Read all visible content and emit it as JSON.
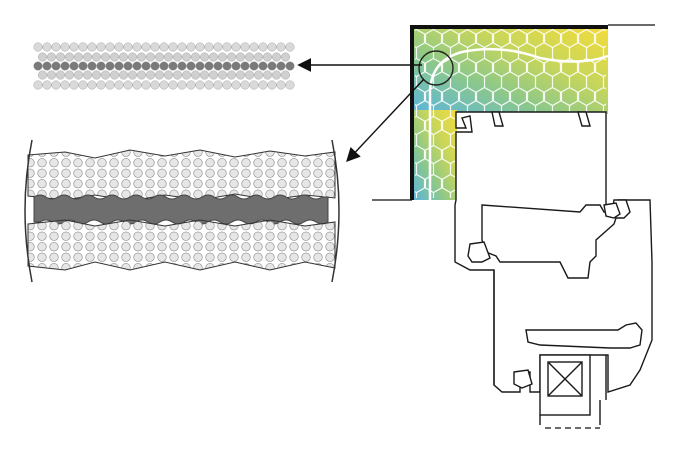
{
  "diagram": {
    "kind": "window-frame-insulation-cross-section",
    "labels": [],
    "colors": {
      "insulation_gradient": [
        "#5ab4e0",
        "#8cc88a",
        "#c8d65a",
        "#f2dc3c"
      ],
      "adhesive_layer": "#7a7a7a",
      "foam_cells": "#e6e6e6",
      "outline": "#1a1a1a",
      "wall_border": "#111111"
    },
    "icons": [
      "magnifier-circle",
      "callout-arrow",
      "hexagon-grid",
      "glass-pane-cross"
    ]
  }
}
